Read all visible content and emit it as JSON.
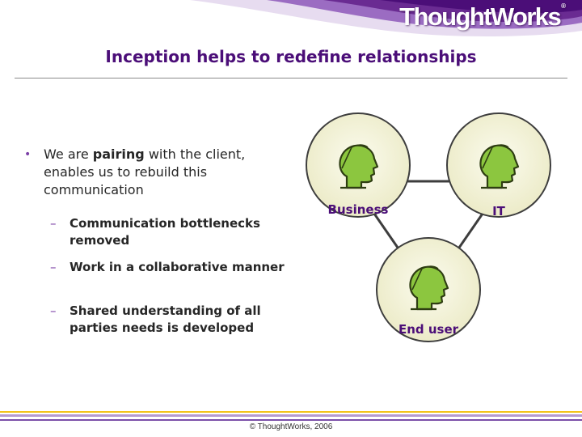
{
  "logo": {
    "text": "ThoughtWorks",
    "registered_mark": "®"
  },
  "title": "Inception helps to redefine relationships",
  "main_bullet": {
    "before": "We are ",
    "emphasis": "pairing",
    "after": " with the client, enables us to rebuild this communication"
  },
  "sub_bullets": [
    "Communication bottlenecks removed",
    "Work in a collaborative manner",
    "Shared understanding of all parties needs is developed"
  ],
  "diagram": {
    "nodes": [
      {
        "label": "Business",
        "icon": "person-head-icon"
      },
      {
        "label": "IT",
        "icon": "person-head-icon"
      },
      {
        "label": "End user",
        "icon": "person-head-icon"
      }
    ]
  },
  "footer": {
    "copyright": "© ThoughtWorks, 2006"
  },
  "colors": {
    "title": "#4b0e78",
    "header": "#6a2b92",
    "node_fill": "#f3f3dc",
    "head_icon": "#8cc63f",
    "connector": "#3d3d3d",
    "footer_gold": "#f2c31a",
    "footer_purple": "#7b4fa8"
  }
}
